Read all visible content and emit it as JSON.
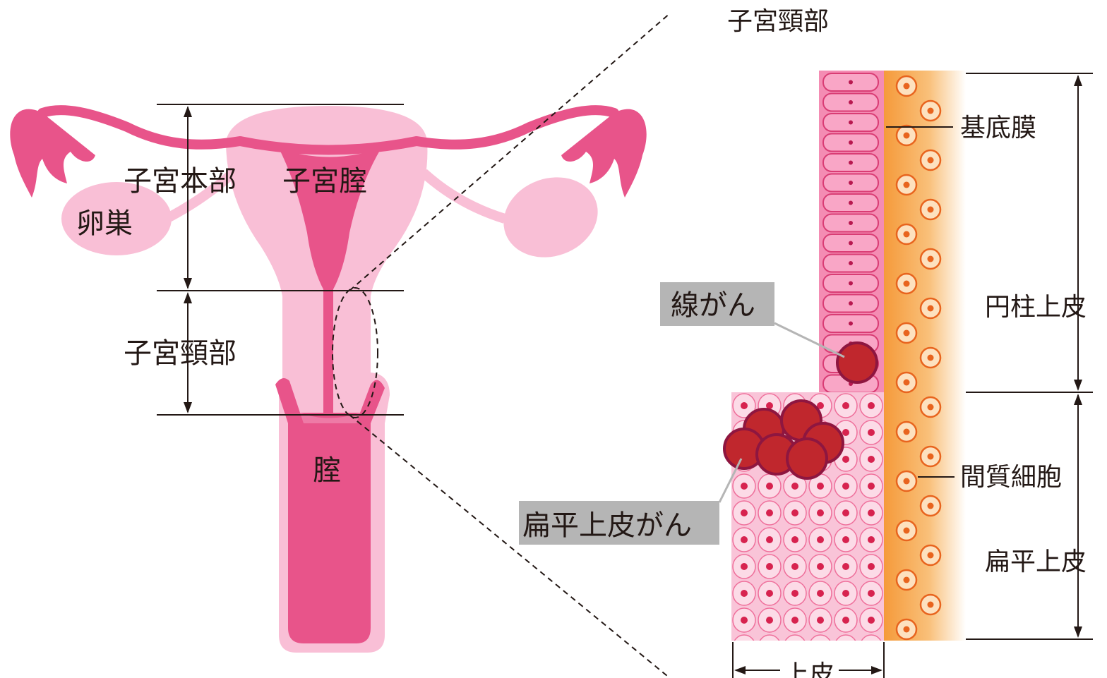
{
  "title": "子宮頸部",
  "labels": {
    "uterus_body": "子宮本部",
    "uterine_cavity": "子宮腟",
    "ovary": "卵巣",
    "cervix": "子宮頸部",
    "vagina": "腟",
    "basement_membrane": "基底膜",
    "columnar_epithelium": "円柱上皮",
    "stromal_cells": "間質細胞",
    "squamous_epithelium": "扁平上皮",
    "epithelium": "上皮",
    "adenocarcinoma": "線がん",
    "squamous_carcinoma": "扁平上皮がん"
  },
  "colors": {
    "uterus_light": "#f9bfd6",
    "uterus_dark": "#e8548a",
    "uterus_mid": "#ee7aa6",
    "stroma_orange": "#f7a84a",
    "cancer_red": "#c0272d",
    "label_box": "#b5b5b5"
  }
}
